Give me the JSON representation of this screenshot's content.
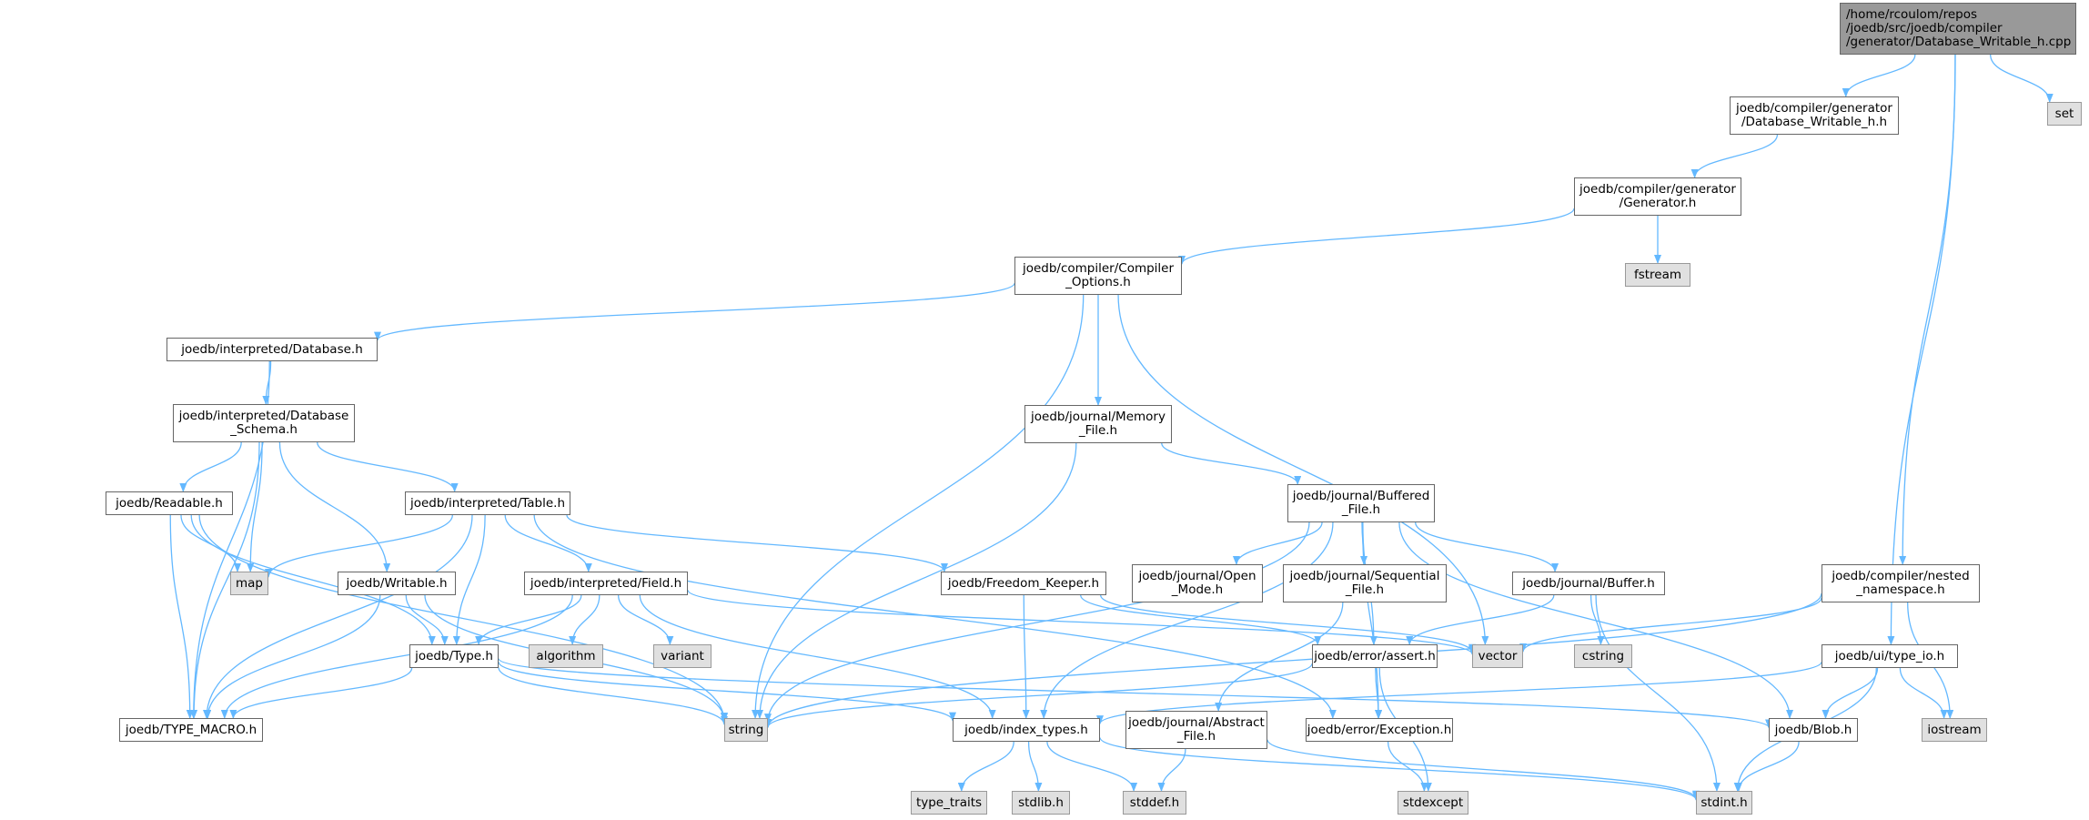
{
  "graph": {
    "edge_color": "#63b8ff",
    "nodes": [
      {
        "id": "root",
        "kind": "root",
        "lines": [
          "/home/rcoulom/repos",
          "/joedb/src/joedb/compiler",
          "/generator/Database_Writable_h.cpp"
        ]
      },
      {
        "id": "dbw",
        "kind": "file",
        "lines": [
          "joedb/compiler/generator",
          "/Database_Writable_h.h"
        ]
      },
      {
        "id": "set",
        "kind": "sys",
        "lines": [
          "set"
        ]
      },
      {
        "id": "gen",
        "kind": "file",
        "lines": [
          "joedb/compiler/generator",
          "/Generator.h"
        ]
      },
      {
        "id": "fstream",
        "kind": "sys",
        "lines": [
          "fstream"
        ]
      },
      {
        "id": "copts",
        "kind": "file",
        "lines": [
          "joedb/compiler/Compiler",
          "_Options.h"
        ]
      },
      {
        "id": "idb",
        "kind": "file",
        "lines": [
          "joedb/interpreted/Database.h"
        ]
      },
      {
        "id": "ischema",
        "kind": "file",
        "lines": [
          "joedb/interpreted/Database",
          "_Schema.h"
        ]
      },
      {
        "id": "mem",
        "kind": "file",
        "lines": [
          "joedb/journal/Memory",
          "_File.h"
        ]
      },
      {
        "id": "buffered",
        "kind": "file",
        "lines": [
          "joedb/journal/Buffered",
          "_File.h"
        ]
      },
      {
        "id": "readable",
        "kind": "file",
        "lines": [
          "joedb/Readable.h"
        ]
      },
      {
        "id": "itable",
        "kind": "file",
        "lines": [
          "joedb/interpreted/Table.h"
        ]
      },
      {
        "id": "map",
        "kind": "sys",
        "lines": [
          "map"
        ]
      },
      {
        "id": "writable",
        "kind": "file",
        "lines": [
          "joedb/Writable.h"
        ]
      },
      {
        "id": "ifield",
        "kind": "file",
        "lines": [
          "joedb/interpreted/Field.h"
        ]
      },
      {
        "id": "freedom",
        "kind": "file",
        "lines": [
          "joedb/Freedom_Keeper.h"
        ]
      },
      {
        "id": "openmode",
        "kind": "file",
        "lines": [
          "joedb/journal/Open",
          "_Mode.h"
        ]
      },
      {
        "id": "seqfile",
        "kind": "file",
        "lines": [
          "joedb/journal/Sequential",
          "_File.h"
        ]
      },
      {
        "id": "buffer",
        "kind": "file",
        "lines": [
          "joedb/journal/Buffer.h"
        ]
      },
      {
        "id": "nested",
        "kind": "file",
        "lines": [
          "joedb/compiler/nested",
          "_namespace.h"
        ]
      },
      {
        "id": "algorithm",
        "kind": "sys",
        "lines": [
          "algorithm"
        ]
      },
      {
        "id": "variant",
        "kind": "sys",
        "lines": [
          "variant"
        ]
      },
      {
        "id": "vector",
        "kind": "sys",
        "lines": [
          "vector"
        ]
      },
      {
        "id": "cstring",
        "kind": "sys",
        "lines": [
          "cstring"
        ]
      },
      {
        "id": "typeh",
        "kind": "file",
        "lines": [
          "joedb/Type.h"
        ]
      },
      {
        "id": "assert",
        "kind": "file",
        "lines": [
          "joedb/error/assert.h"
        ]
      },
      {
        "id": "typeio",
        "kind": "file",
        "lines": [
          "joedb/ui/type_io.h"
        ]
      },
      {
        "id": "typemacro",
        "kind": "file",
        "lines": [
          "joedb/TYPE_MACRO.h"
        ]
      },
      {
        "id": "string",
        "kind": "sys",
        "lines": [
          "string"
        ]
      },
      {
        "id": "indextypes",
        "kind": "file",
        "lines": [
          "joedb/index_types.h"
        ]
      },
      {
        "id": "abstract",
        "kind": "file",
        "lines": [
          "joedb/journal/Abstract",
          "_File.h"
        ]
      },
      {
        "id": "exception",
        "kind": "file",
        "lines": [
          "joedb/error/Exception.h"
        ]
      },
      {
        "id": "blob",
        "kind": "file",
        "lines": [
          "joedb/Blob.h"
        ]
      },
      {
        "id": "iostream",
        "kind": "sys",
        "lines": [
          "iostream"
        ]
      },
      {
        "id": "typetraits",
        "kind": "sys",
        "lines": [
          "type_traits"
        ]
      },
      {
        "id": "stdlib",
        "kind": "sys",
        "lines": [
          "stdlib.h"
        ]
      },
      {
        "id": "stddef",
        "kind": "sys",
        "lines": [
          "stddef.h"
        ]
      },
      {
        "id": "stdexcept",
        "kind": "sys",
        "lines": [
          "stdexcept"
        ]
      },
      {
        "id": "stdint",
        "kind": "sys",
        "lines": [
          "stdint.h"
        ]
      }
    ],
    "edges": [
      [
        "root",
        "dbw"
      ],
      [
        "root",
        "set"
      ],
      [
        "root",
        "nested"
      ],
      [
        "root",
        "typeio"
      ],
      [
        "dbw",
        "gen"
      ],
      [
        "gen",
        "copts"
      ],
      [
        "gen",
        "fstream"
      ],
      [
        "copts",
        "idb"
      ],
      [
        "copts",
        "mem"
      ],
      [
        "copts",
        "string"
      ],
      [
        "copts",
        "vector"
      ],
      [
        "idb",
        "ischema"
      ],
      [
        "idb",
        "typemacro"
      ],
      [
        "ischema",
        "readable"
      ],
      [
        "ischema",
        "writable"
      ],
      [
        "ischema",
        "itable"
      ],
      [
        "ischema",
        "map"
      ],
      [
        "ischema",
        "typemacro"
      ],
      [
        "readable",
        "map"
      ],
      [
        "readable",
        "typeh"
      ],
      [
        "readable",
        "typemacro"
      ],
      [
        "readable",
        "string"
      ],
      [
        "itable",
        "map"
      ],
      [
        "itable",
        "ifield"
      ],
      [
        "itable",
        "freedom"
      ],
      [
        "itable",
        "typeh"
      ],
      [
        "itable",
        "typemacro"
      ],
      [
        "itable",
        "exception"
      ],
      [
        "writable",
        "typeh"
      ],
      [
        "writable",
        "typemacro"
      ],
      [
        "writable",
        "string"
      ],
      [
        "ifield",
        "typeh"
      ],
      [
        "ifield",
        "algorithm"
      ],
      [
        "ifield",
        "variant"
      ],
      [
        "ifield",
        "vector"
      ],
      [
        "ifield",
        "indextypes"
      ],
      [
        "ifield",
        "typemacro"
      ],
      [
        "freedom",
        "indextypes"
      ],
      [
        "freedom",
        "vector"
      ],
      [
        "freedom",
        "assert"
      ],
      [
        "mem",
        "buffered"
      ],
      [
        "mem",
        "string"
      ],
      [
        "buffered",
        "openmode"
      ],
      [
        "buffered",
        "seqfile"
      ],
      [
        "buffered",
        "buffer"
      ],
      [
        "buffered",
        "assert"
      ],
      [
        "buffered",
        "indextypes"
      ],
      [
        "buffered",
        "string"
      ],
      [
        "buffered",
        "blob"
      ],
      [
        "buffered",
        "exception"
      ],
      [
        "seqfile",
        "abstract"
      ],
      [
        "buffer",
        "cstring"
      ],
      [
        "buffer",
        "assert"
      ],
      [
        "buffer",
        "stdint"
      ],
      [
        "nested",
        "vector"
      ],
      [
        "nested",
        "string"
      ],
      [
        "nested",
        "iostream"
      ],
      [
        "typeh",
        "typemacro"
      ],
      [
        "typeh",
        "string"
      ],
      [
        "typeh",
        "indextypes"
      ],
      [
        "typeh",
        "blob"
      ],
      [
        "assert",
        "exception"
      ],
      [
        "assert",
        "stdexcept"
      ],
      [
        "assert",
        "string"
      ],
      [
        "typeio",
        "blob"
      ],
      [
        "typeio",
        "indextypes"
      ],
      [
        "typeio",
        "iostream"
      ],
      [
        "typeio",
        "stdint"
      ],
      [
        "indextypes",
        "typetraits"
      ],
      [
        "indextypes",
        "stdlib"
      ],
      [
        "indextypes",
        "stddef"
      ],
      [
        "indextypes",
        "stdint"
      ],
      [
        "abstract",
        "stddef"
      ],
      [
        "abstract",
        "stdint"
      ],
      [
        "exception",
        "stdexcept"
      ],
      [
        "blob",
        "stdint"
      ]
    ]
  }
}
